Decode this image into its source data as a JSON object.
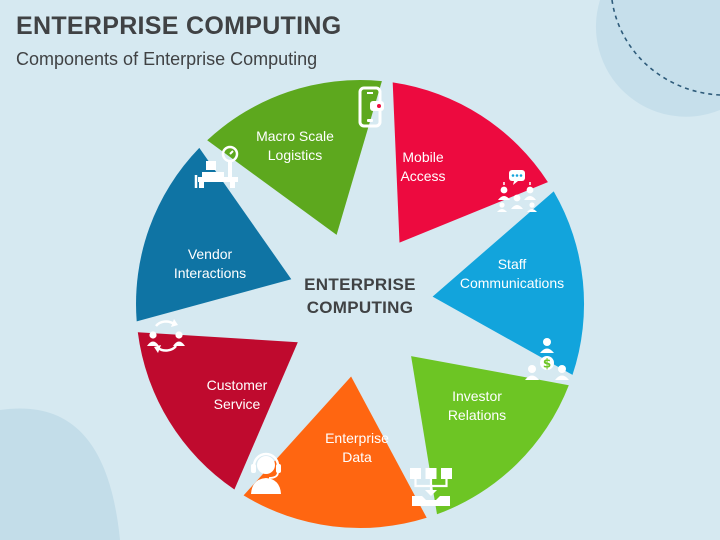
{
  "header": {
    "title": "ENTERPRISE COMPUTING",
    "subtitle": "Components of Enterprise Computing"
  },
  "center": {
    "line1": "ENTERPRISE",
    "line2": "COMPUTING"
  },
  "segments": [
    {
      "key": "mobile",
      "line1": "Mobile",
      "line2": "Access",
      "color": "#ed0a3f",
      "icon": "mobile-phone-icon"
    },
    {
      "key": "staff",
      "line1": "Staff",
      "line2": "Communications",
      "color": "#12a4dc",
      "icon": "people-chat-icon"
    },
    {
      "key": "investor",
      "line1": "Investor",
      "line2": "Relations",
      "color": "#6dc524",
      "icon": "investors-dollar-icon"
    },
    {
      "key": "data",
      "line1": "Enterprise",
      "line2": "Data",
      "color": "#ff6611",
      "icon": "data-hierarchy-icon"
    },
    {
      "key": "service",
      "line1": "Customer",
      "line2": "Service",
      "color": "#bf0a2e",
      "icon": "headset-agent-icon"
    },
    {
      "key": "vendor",
      "line1": "Vendor",
      "line2": "Interactions",
      "color": "#0f74a4",
      "icon": "vendor-exchange-icon"
    },
    {
      "key": "logistics",
      "line1": "Macro Scale",
      "line2": "Logistics",
      "color": "#5da81e",
      "icon": "scale-logistics-icon"
    }
  ],
  "colors": {
    "background": "#d6e9f1",
    "text": "#404244",
    "decor": "#c3dde9"
  }
}
